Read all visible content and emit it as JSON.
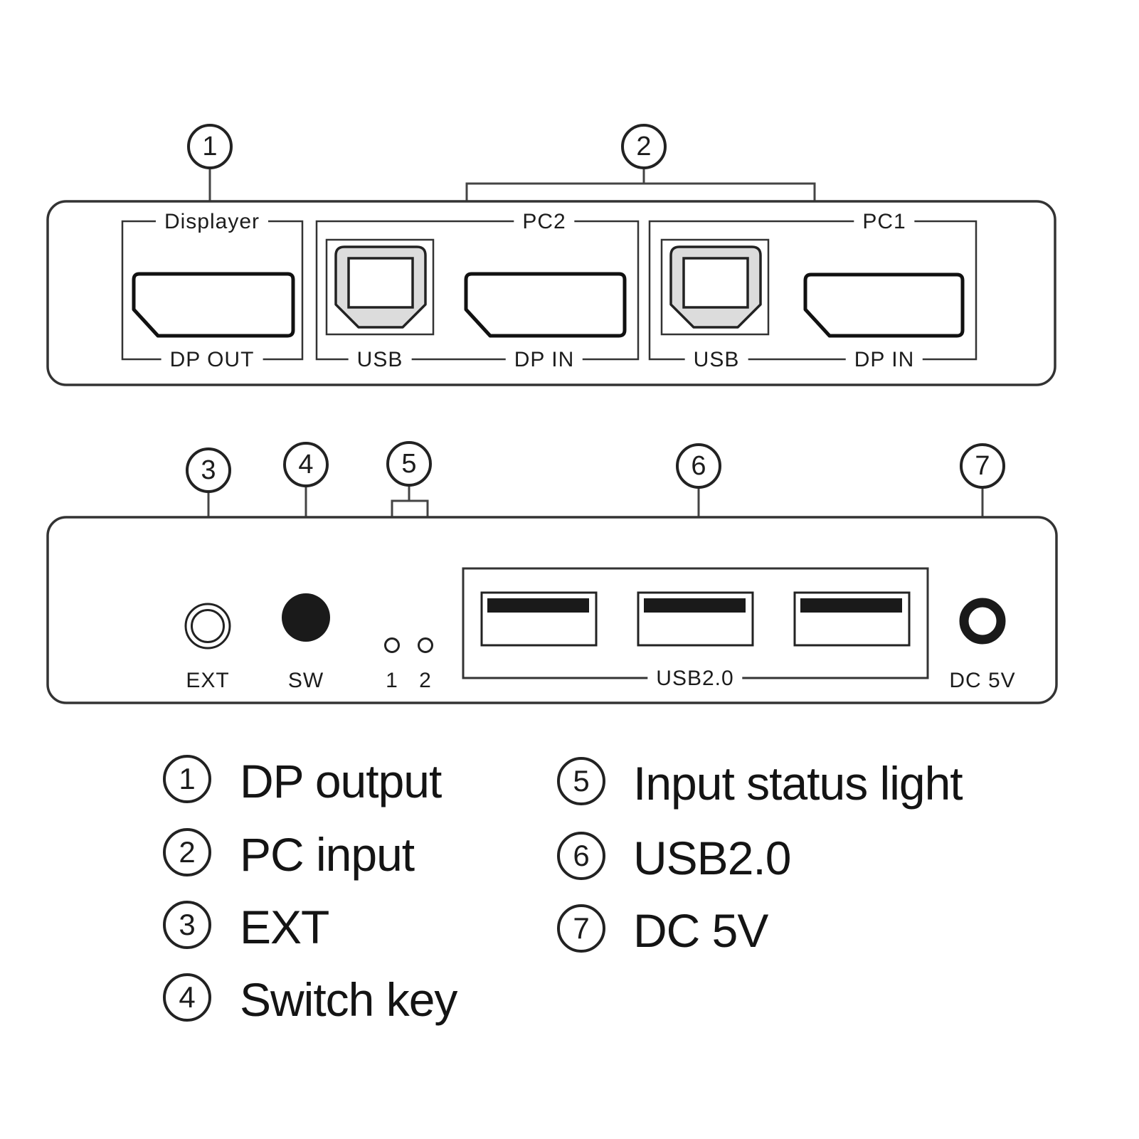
{
  "callouts": {
    "c1": "1",
    "c2": "2",
    "c3": "3",
    "c4": "4",
    "c5": "5",
    "c6": "6",
    "c7": "7"
  },
  "top_panel": {
    "displayer_label": "Displayer",
    "dp_out_label": "DP OUT",
    "pc2_label": "PC2",
    "pc2_usb_label": "USB",
    "pc2_dp_in_label": "DP IN",
    "pc1_label": "PC1",
    "pc1_usb_label": "USB",
    "pc1_dp_in_label": "DP IN"
  },
  "bottom_panel": {
    "ext_label": "EXT",
    "sw_label": "SW",
    "led1_label": "1",
    "led2_label": "2",
    "usb20_label": "USB2.0",
    "dc5v_label": "DC 5V"
  },
  "legend": {
    "items": [
      {
        "num": "1",
        "label": "DP output"
      },
      {
        "num": "2",
        "label": "PC input"
      },
      {
        "num": "3",
        "label": "EXT"
      },
      {
        "num": "4",
        "label": "Switch key"
      },
      {
        "num": "5",
        "label": "Input status light"
      },
      {
        "num": "6",
        "label": "USB2.0"
      },
      {
        "num": "7",
        "label": "DC 5V"
      }
    ]
  },
  "colors": {
    "line": "#2b2b2b",
    "port_outline": "#111111",
    "usb_b_fill": "#dcdcdc",
    "usb_a_tongue": "#1a1a1a",
    "background": "#ffffff"
  }
}
